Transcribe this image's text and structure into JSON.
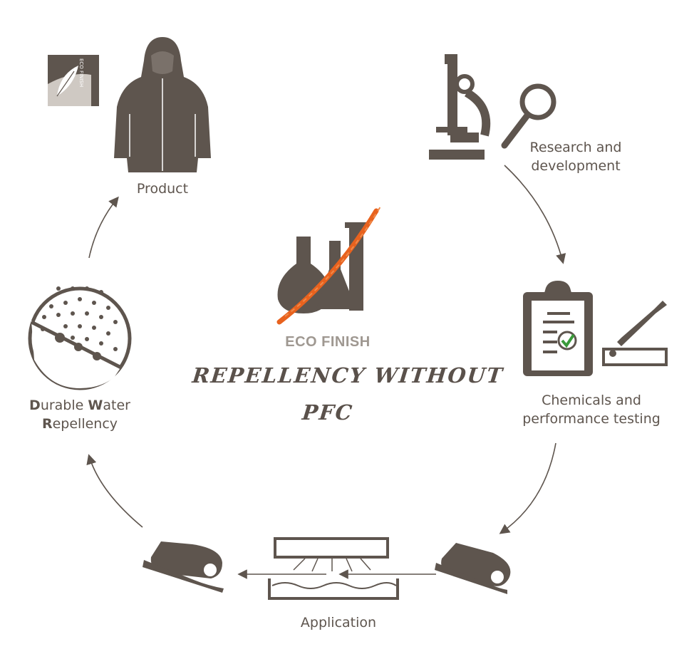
{
  "center": {
    "brand": "ECO FINISH",
    "slogan_line1": "REPELLENCY WITHOUT",
    "slogan_line2": "PFC"
  },
  "badge": {
    "text": "ECO FINISH"
  },
  "stages": {
    "research": {
      "line1": "Research and",
      "line2": "development"
    },
    "chemicals": {
      "line1": "Chemicals and",
      "line2": "performance testing"
    },
    "application": {
      "label": "Application"
    },
    "dwr": {
      "l1_bold_a": "D",
      "l1_rest_a": "urable ",
      "l1_bold_b": "W",
      "l1_rest_b": "ater",
      "l2_bold": "R",
      "l2_rest": "epellency"
    },
    "product": {
      "label": "Product"
    }
  },
  "colors": {
    "icon": "#5e554e",
    "accent": "#e8621e",
    "muted": "#9f9891"
  }
}
